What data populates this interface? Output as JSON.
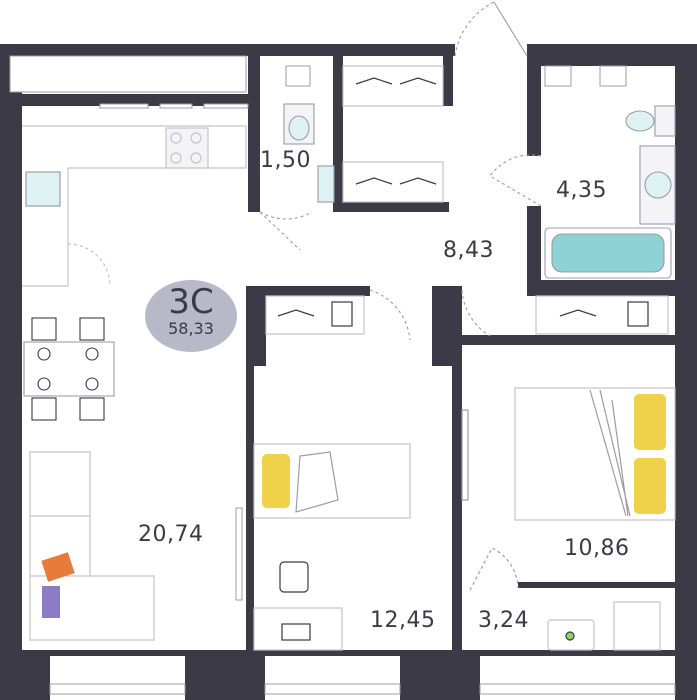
{
  "apartment": {
    "type": "3С",
    "total_area": "58,33"
  },
  "rooms": [
    {
      "id": "wc",
      "area": "1,50"
    },
    {
      "id": "bathroom",
      "area": "4,35"
    },
    {
      "id": "hall",
      "area": "8,43"
    },
    {
      "id": "kitchen-living",
      "area": "20,74"
    },
    {
      "id": "bedroom-small",
      "area": "12,45"
    },
    {
      "id": "bedroom-large",
      "area": "10,86"
    },
    {
      "id": "balcony",
      "area": "3,24"
    }
  ],
  "colors": {
    "wall": "#3b3a46",
    "fixture": "#e6e6ec",
    "line": "#9c9ca8",
    "badge": "#b9b8c9",
    "water": "#8ed2d6",
    "pillow": "#f0d24a",
    "cushion_orange": "#e87a3c",
    "cushion_purple": "#8c7bc9"
  }
}
